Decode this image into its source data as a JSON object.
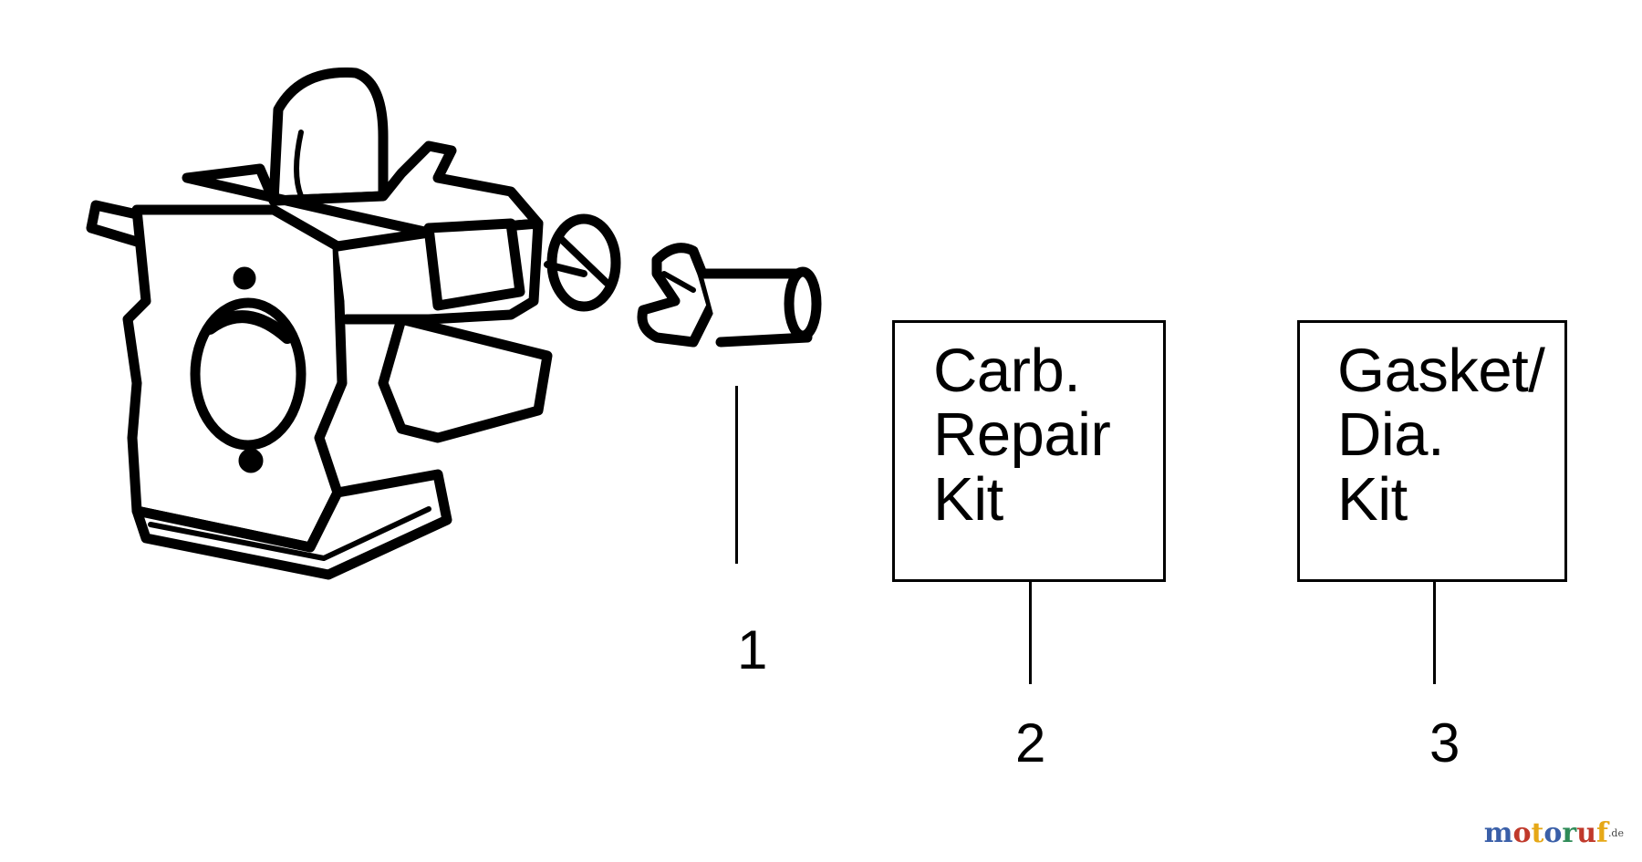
{
  "callouts": [
    {
      "number": "1"
    },
    {
      "number": "2",
      "label_lines": [
        "Carb.",
        "Repair",
        "Kit"
      ]
    },
    {
      "number": "3",
      "label_lines": [
        "Gasket/",
        "Dia.",
        "Kit"
      ]
    }
  ],
  "watermark": {
    "letters": [
      "m",
      "o",
      "t",
      "o",
      "r",
      "u",
      "f"
    ],
    "suffix": ".de",
    "letter_colors": [
      "#3a5fa8",
      "#c0392b",
      "#e6a817",
      "#3a5fa8",
      "#2e8b57",
      "#c0392b",
      "#e6a817"
    ]
  },
  "colors": {
    "ink": "#000000",
    "background": "#ffffff"
  }
}
